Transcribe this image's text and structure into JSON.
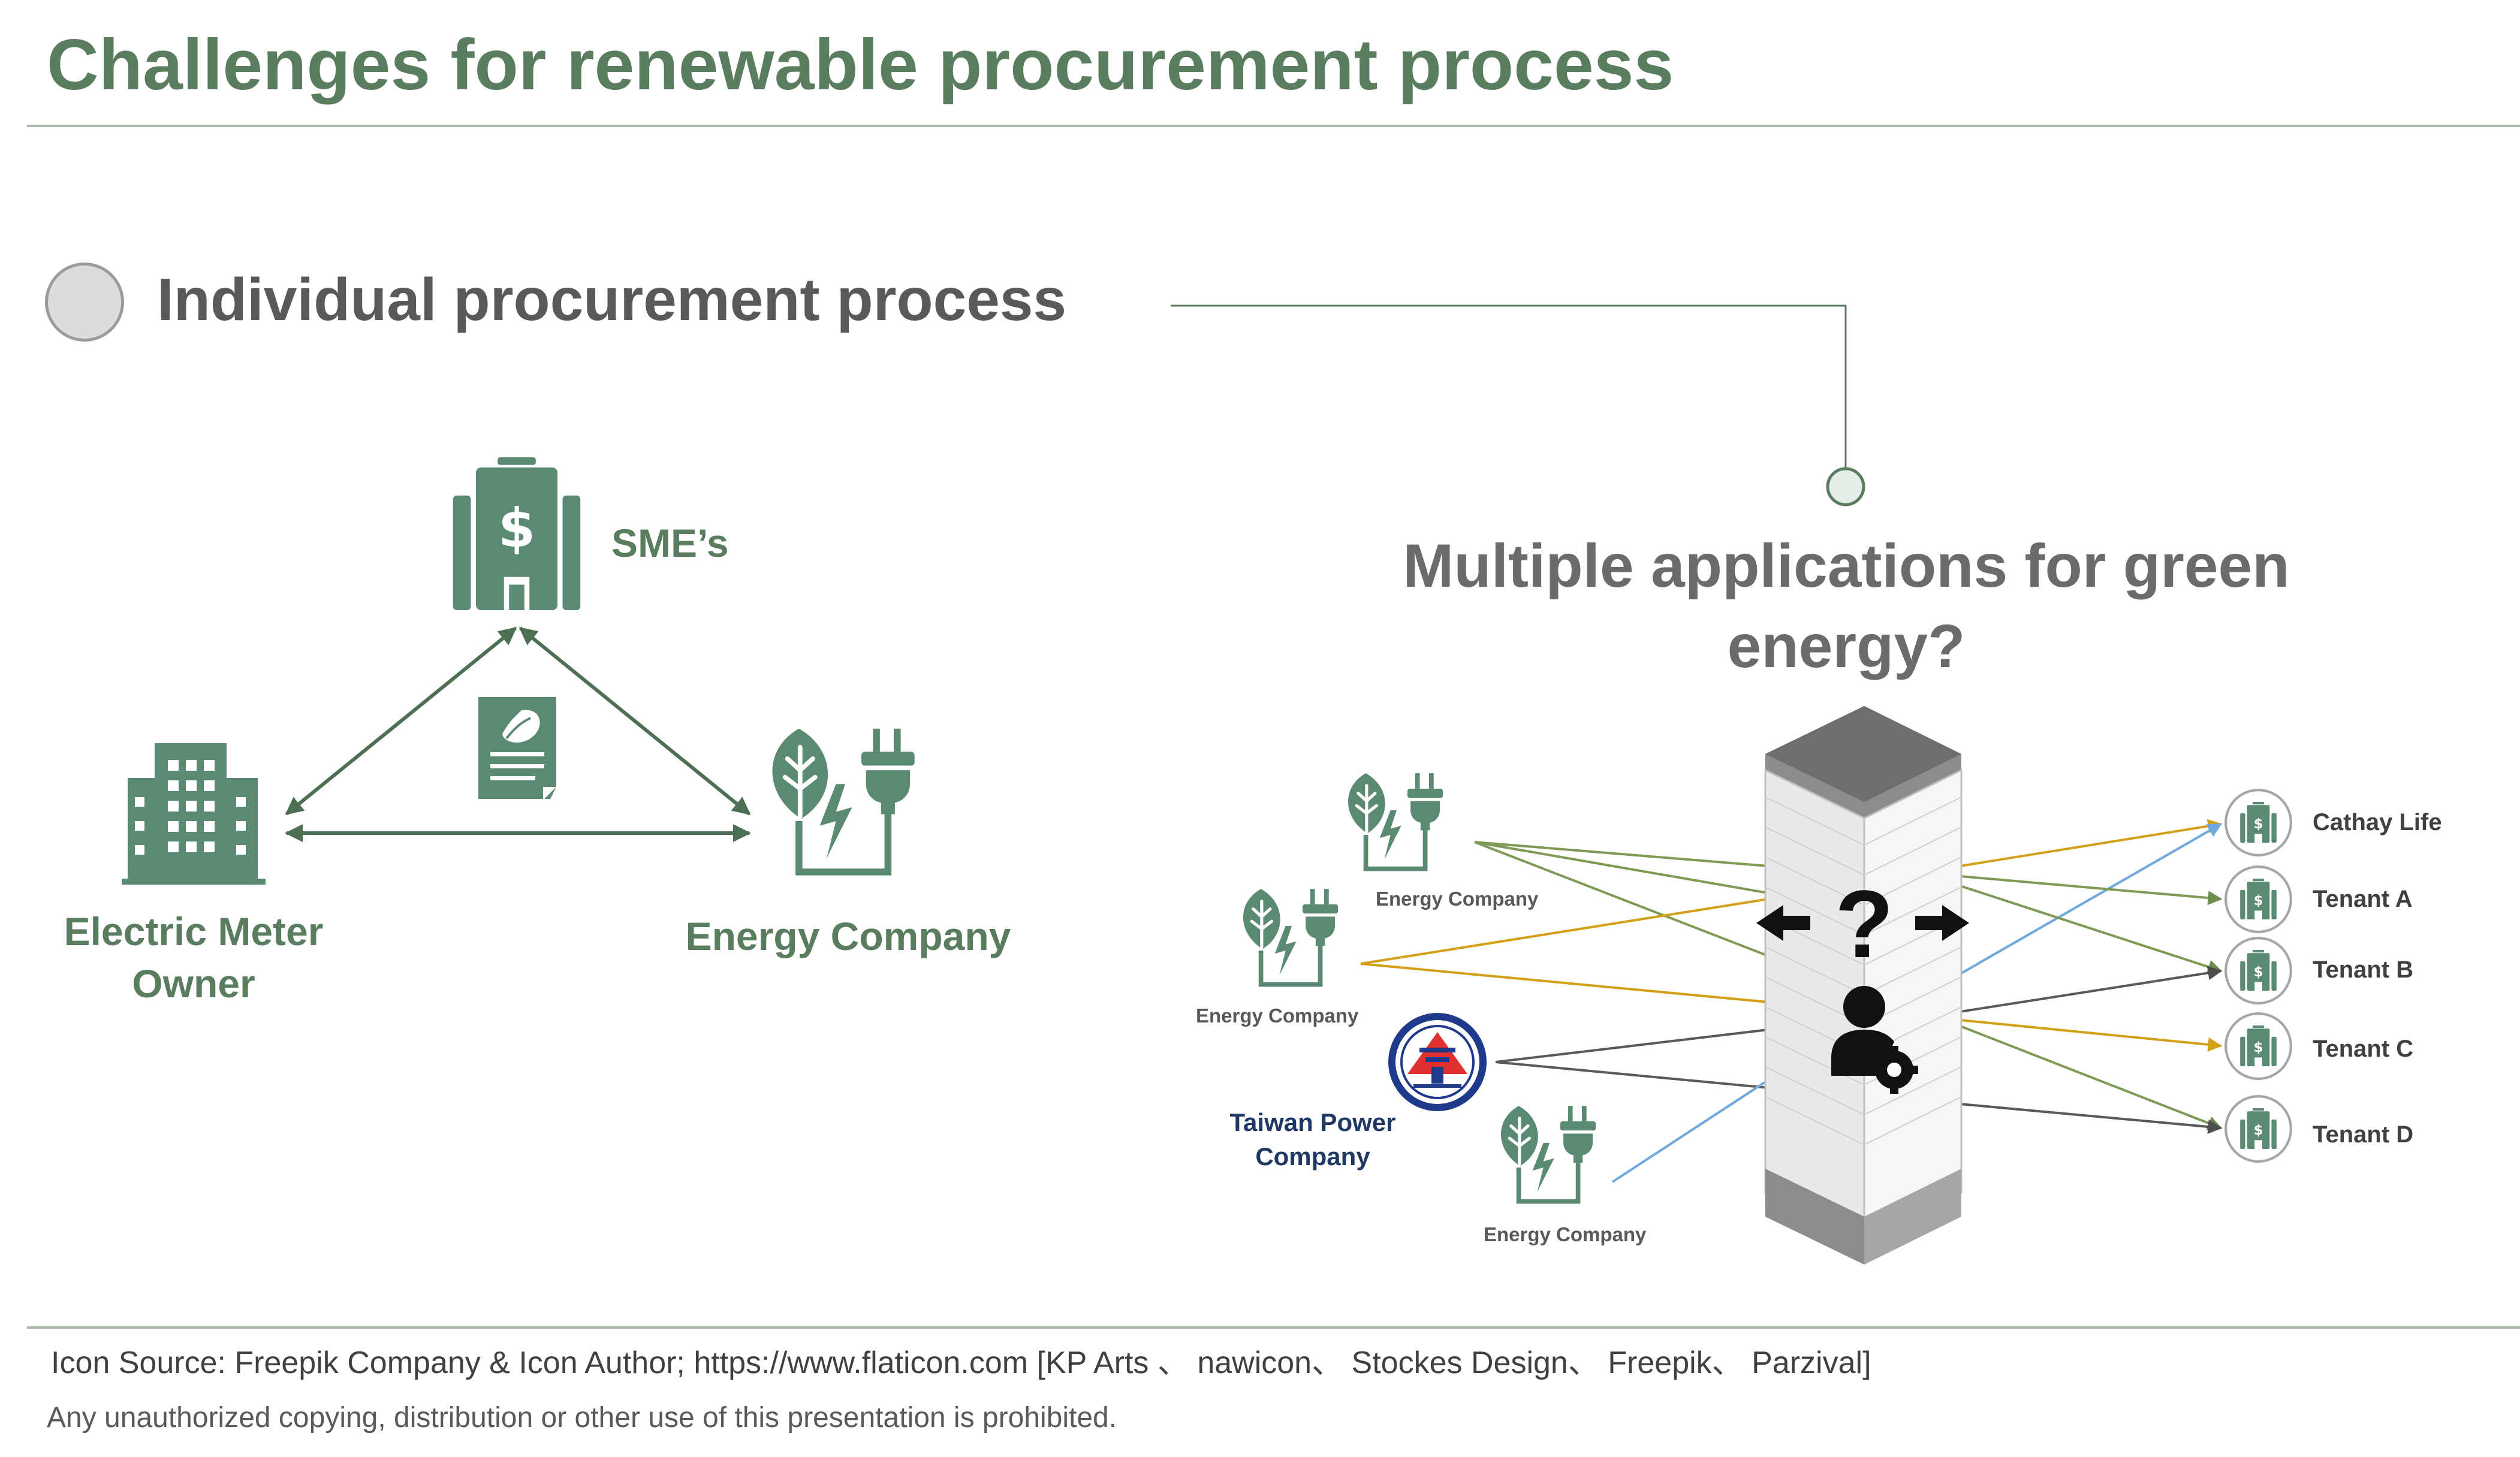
{
  "title": "Challenges for renewable procurement process",
  "section": {
    "label": "Individual procurement process"
  },
  "left_diagram": {
    "sme_label": "SME’s",
    "meter_owner_label_line1": "Electric Meter",
    "meter_owner_label_line2": "Owner",
    "energy_company_label": "Energy Company"
  },
  "right_diagram": {
    "question_line1": "Multiple applications for green",
    "question_line2": "energy?",
    "question_mark": "?",
    "sources": {
      "energy_company_1": "Energy Company",
      "energy_company_2": "Energy Company",
      "taiwan_power_line1": "Taiwan Power",
      "taiwan_power_line2": "Company",
      "energy_company_3": "Energy Company"
    },
    "tenants": [
      "Cathay Life",
      "Tenant A",
      "Tenant B",
      "Tenant C",
      "Tenant D"
    ]
  },
  "colors": {
    "green": "#5a7d60",
    "gold": "#d4a017",
    "gray": "#595959",
    "blue": "#6fa8dc",
    "olive": "#7e9a55"
  },
  "footer": {
    "icon_source": "Icon Source: Freepik Company &  Icon Author; https://www.flaticon.com [KP Arts  、 nawicon、 Stockes Design、  Freepik、  Parzival]",
    "copyright": "Any unauthorized copying, distribution or other use of this presentation is prohibited."
  }
}
